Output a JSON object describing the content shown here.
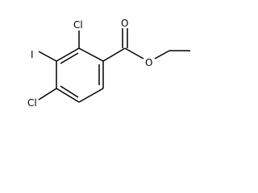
{
  "structure": {
    "atoms": {
      "chlorine_top": "Cl",
      "iodine": "I",
      "chlorine_bottom": "Cl",
      "carbonyl_oxygen": "O",
      "ester_oxygen": "O"
    }
  },
  "colors": {
    "ink": "#000000",
    "background": "#ffffff"
  }
}
